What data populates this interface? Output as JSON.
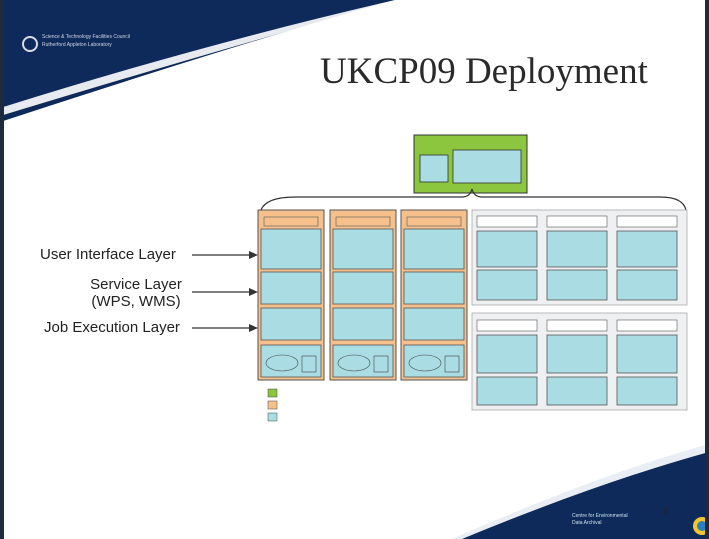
{
  "slide": {
    "title": "UKCP09 Deployment",
    "logo_line1": "Science & Technology Facilities Council",
    "logo_line2": "Rutherford Appleton Laboratory",
    "page_number": "5",
    "footer_line1": "Centre for Environmental",
    "footer_line2": "Data Archival"
  },
  "layers": {
    "ui": "User Interface Layer",
    "service_line1": "Service Layer",
    "service_line2": "(WPS, WMS)",
    "job": "Job Execution Layer"
  },
  "colors": {
    "navy": "#0e2a5a",
    "orange": "#f5c08c",
    "cyan": "#a9dde3",
    "green": "#8cc63f"
  }
}
